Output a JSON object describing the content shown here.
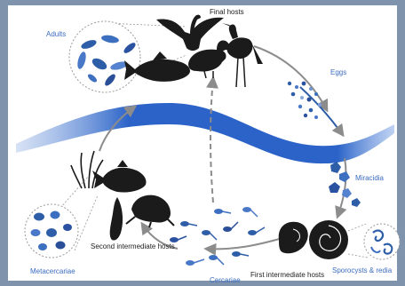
{
  "labels": {
    "final_hosts": "Final hosts",
    "adults": "Adults",
    "eggs": "Eggs",
    "miracidia": "Miracidia",
    "sporocysts_redia": "Sporocysts & redia",
    "first_intermediate_hosts": "First intermediate hosts",
    "cercariae": "Cercariae",
    "second_intermediate_hosts": "Second intermediate hosts",
    "metacercariae": "Metacercariae"
  },
  "colors": {
    "background": "#ffffff",
    "frame": "#7f93ad",
    "water": "#2b63c8",
    "stage_blue": "#2f5ea8",
    "host_silhouette": "#1b1b1b",
    "label_dark": "#222222",
    "label_blue": "#3a6cc0",
    "arrow_gray": "#8c8c8c"
  },
  "icons": [
    "cormorant-icon",
    "duck-icon",
    "heron-icon",
    "fish-icon",
    "frog-icon",
    "snail-icon",
    "plant-icon"
  ]
}
